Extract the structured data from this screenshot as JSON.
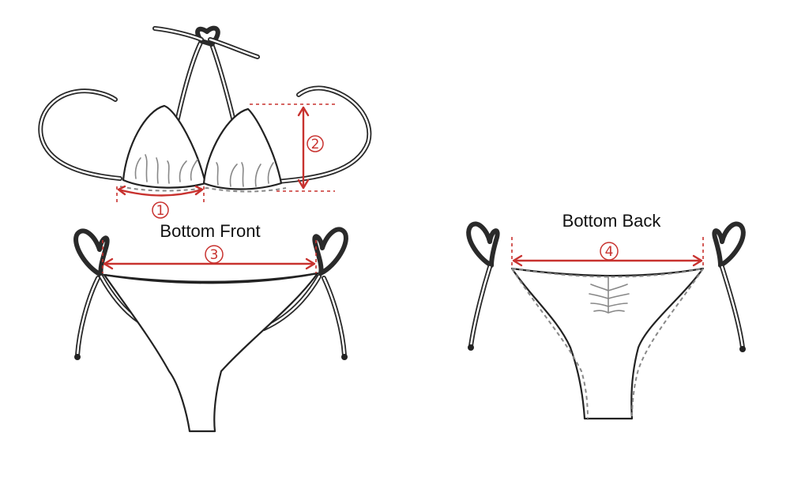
{
  "labels": {
    "front": "Bottom Front",
    "back": "Bottom Back"
  },
  "measurements": [
    {
      "id": "1",
      "symbol": "①"
    },
    {
      "id": "2",
      "symbol": "②"
    },
    {
      "id": "3",
      "symbol": "③"
    },
    {
      "id": "4",
      "symbol": "④"
    }
  ],
  "colors": {
    "measure": "#c8322f",
    "outline": "#222222",
    "background": "#ffffff"
  }
}
